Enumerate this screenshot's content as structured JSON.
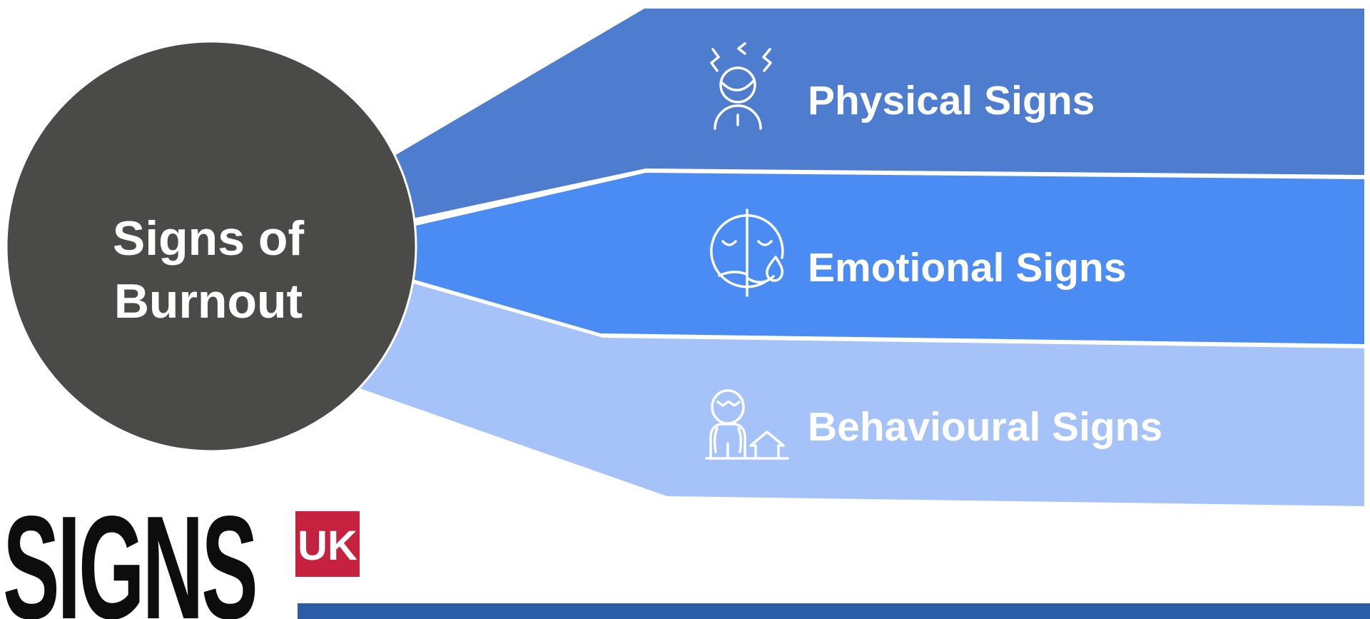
{
  "title": {
    "line1": "Signs of",
    "line2": "Burnout"
  },
  "banners": [
    {
      "label": "Physical Signs",
      "icon": "stressed-person-icon"
    },
    {
      "label": "Emotional Signs",
      "icon": "split-mood-face-tear-icon"
    },
    {
      "label": "Behavioural Signs",
      "icon": "person-leaving-house-icon"
    }
  ],
  "logo": {
    "name": "SIGNS",
    "badge": "UK"
  },
  "colors": {
    "background": "#FFFFFF",
    "circle": "#4A4A49",
    "band_physical": "#4E7CCE",
    "band_emotional": "#4A8CF3",
    "band_behavioural": "#A5C3F8",
    "text_light": "#FFFFFF",
    "icon_stroke": "#FFFFFF",
    "logo_text": "#0D0D0D",
    "uk_badge": "#C6223F",
    "footer_bar": "#2B5DA7"
  }
}
